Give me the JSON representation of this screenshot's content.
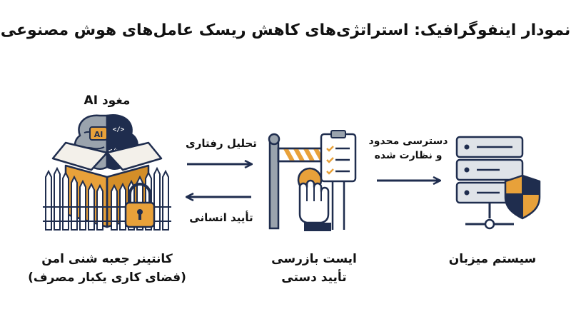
{
  "title": "نمودار اینفوگرافیک: استراتژی‌های کاهش ریسک عامل‌های هوش مصنوعی",
  "left": {
    "caption": "مغود AI",
    "badge": "AI",
    "code_glyph": "</>",
    "line1": "کانتینر جعبه شنی امن",
    "line2": "(فضای کاری یکبار مصرف)"
  },
  "middle": {
    "arrow_top_label": "تحلیل رفتاری",
    "arrow_bottom_label": "تأیید انسانی",
    "line1": "ایست بازرسی",
    "line2": "تأیید دستی"
  },
  "right": {
    "arrow_label_line1": "دسترسی محدود",
    "arrow_label_line2": "و نظارت شده",
    "line1": "سیستم میزبان"
  },
  "colors": {
    "navy": "#1f2d4e",
    "orange": "#e8a13a",
    "gray": "#6b7480",
    "light_gray": "#dfe3e8"
  }
}
